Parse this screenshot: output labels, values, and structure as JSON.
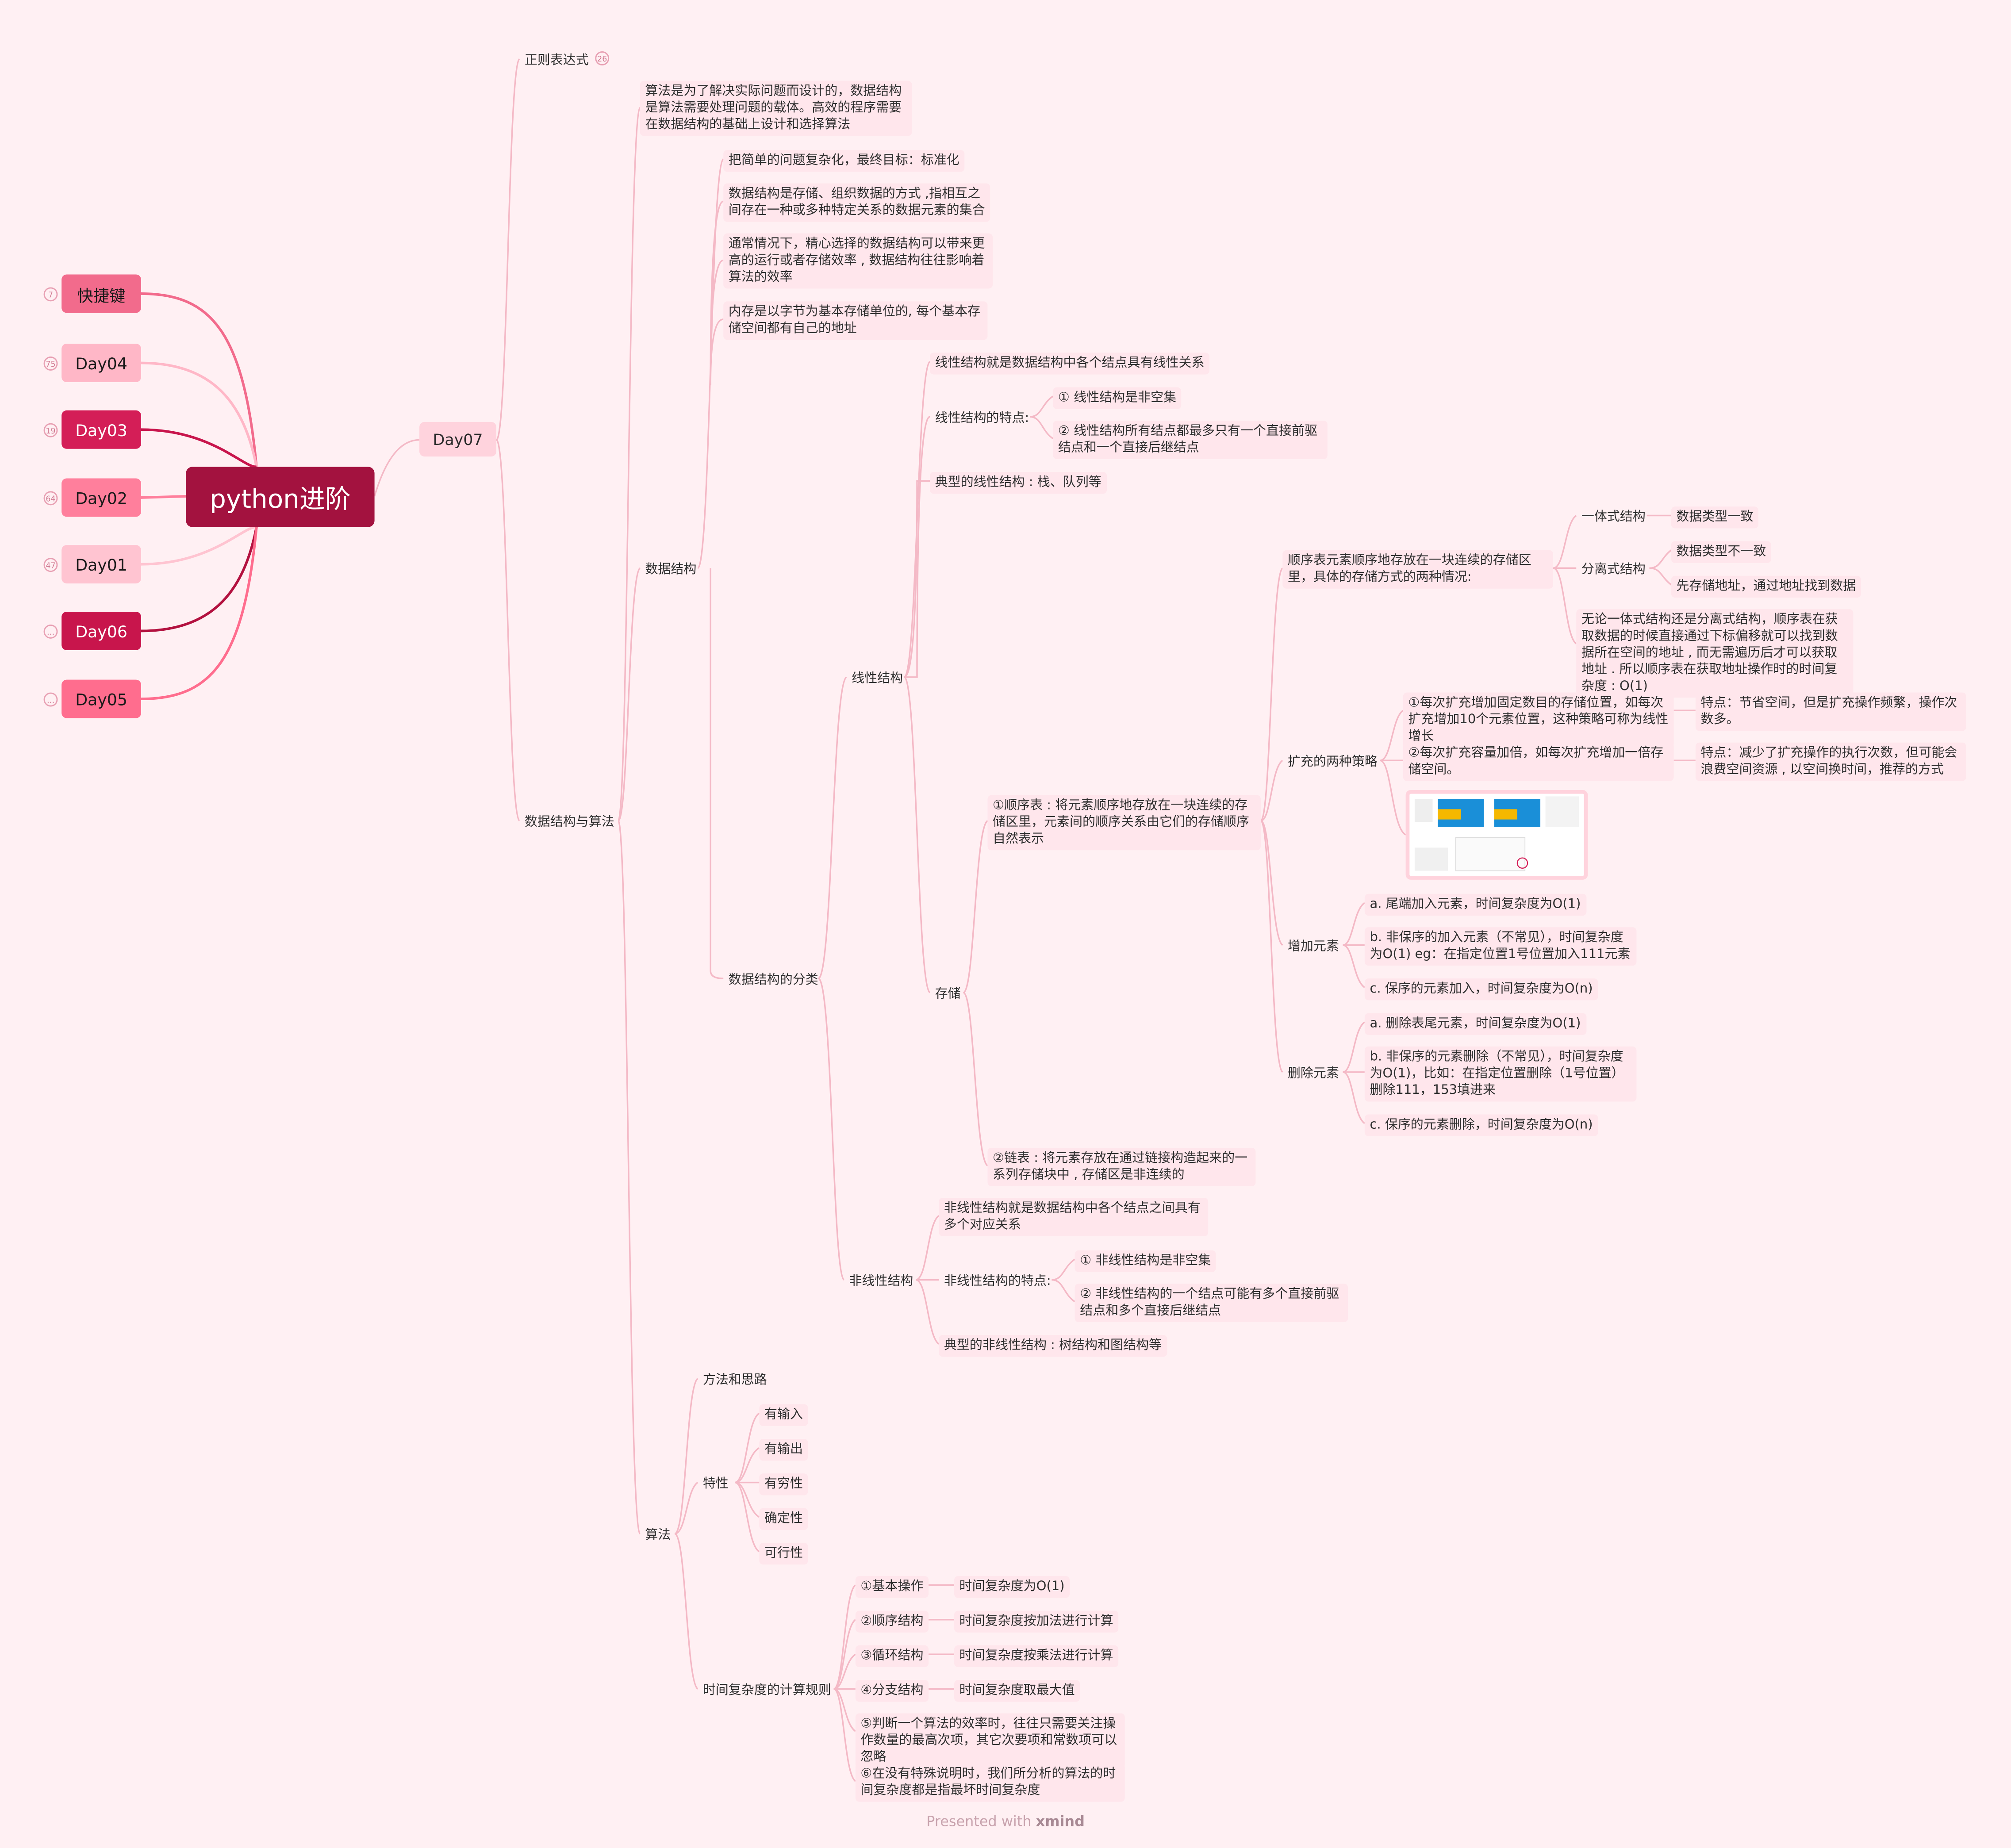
{
  "central": "python进阶",
  "left": [
    {
      "label": "快捷键",
      "badge": "7",
      "bg": "#f26b8c",
      "line": "#f26b8c"
    },
    {
      "label": "Day04",
      "badge": "75",
      "bg": "#ffb7c7",
      "line": "#ffb7c7"
    },
    {
      "label": "Day03",
      "badge": "19",
      "bg": "#d41e57",
      "line": "#c8154c"
    },
    {
      "label": "Day02",
      "badge": "64",
      "bg": "#ff7f9c",
      "line": "#ff7f9c"
    },
    {
      "label": "Day01",
      "badge": "47",
      "bg": "#ffc4d1",
      "line": "#ffc4d1"
    },
    {
      "label": "Day06",
      "badge": "…",
      "bg": "#c8154c",
      "line": "#b3113f"
    },
    {
      "label": "Day05",
      "badge": "…",
      "bg": "#ff6d8e",
      "line": "#ff6d8e"
    }
  ],
  "day07": "Day07",
  "nodes": {
    "regex": "正则表达式",
    "regex_badge": "26",
    "dsa": "数据结构与算法",
    "dsa_intro": "算法是为了解决实际问题而设计的，数据结构是算法需要处理问题的载体。高效的程序需要在数据结构的基础上设计和选择算法",
    "ds": "数据结构",
    "ds1": "把简单的问题复杂化，最终目标：标准化",
    "ds2": "数据结构是存储、组织数据的方式 ,指相互之间存在一种或多种特定关系的数据元素的集合",
    "ds3": "通常情况下，精心选择的数据结构可以带来更高的运行或者存储效率 , 数据结构往往影响着算法的效率",
    "ds4": "内存是以字节为基本存储单位的, 每个基本存储空间都有自己的地址",
    "ds_class": "数据结构的分类",
    "linear": "线性结构",
    "lin_def": "线性结构就是数据结构中各个结点具有线性关系",
    "lin_feat": "线性结构的特点:",
    "lin_f1": "① 线性结构是非空集",
    "lin_f2": "② 线性结构所有结点都最多只有一个直接前驱结点和一个直接后继结点",
    "lin_typ": "典型的线性结构 : 栈、队列等",
    "storage": "存储",
    "seq": "①顺序表 : 将元素顺序地存放在一块连续的存储区里，元素间的顺序关系由它们的存储顺序自然表示",
    "seq_two": "顺序表元素顺序地存放在一块连续的存储区里，具体的存储方式的两种情况:",
    "integ": "一体式结构",
    "integ_t": "数据类型一致",
    "split": "分离式结构",
    "split_t1": "数据类型不一致",
    "split_t2": "先存储地址，通过地址找到数据",
    "seq_note": "无论一体式结构还是分离式结构，顺序表在获取数据的时候直接通过下标偏移就可以找到数据所在空间的地址 , 而无需遍历后才可以获取地址 . 所以顺序表在获取地址操作时的时间复杂度 : O(1)",
    "expand": "扩充的两种策略",
    "exp1": "①每次扩充增加固定数目的存储位置，如每次扩充增加10个元素位置，这种策略可称为线性增长",
    "exp1_t": "特点：节省空间，但是扩充操作频繁，操作次数多。",
    "exp2": "②每次扩充容量加倍，如每次扩充增加一倍存储空间。",
    "exp2_t": "特点：减少了扩充操作的执行次数，但可能会浪费空间资源 , 以空间换时间，推荐的方式",
    "add": "增加元素",
    "add_a": "a. 尾端加入元素，时间复杂度为O(1)",
    "add_b": "b. 非保序的加入元素（不常见），时间复杂度为O(1) eg：在指定位置1号位置加入111元素",
    "add_c": "c. 保序的元素加入，时间复杂度为O(n)",
    "del": "删除元素",
    "del_a": "a. 删除表尾元素，时间复杂度为O(1)",
    "del_b": "b. 非保序的元素删除（不常见），时间复杂度为O(1)，比如：在指定位置删除（1号位置）删除111，153填进来",
    "del_c": "c. 保序的元素删除，时间复杂度为O(n)",
    "linked": "②链表 : 将元素存放在通过链接构造起来的一系列存储块中 , 存储区是非连续的",
    "nonlinear": "非线性结构",
    "nl_def": "非线性结构就是数据结构中各个结点之间具有多个对应关系",
    "nl_feat": "非线性结构的特点:",
    "nl_f1": "① 非线性结构是非空集",
    "nl_f2": "② 非线性结构的一个结点可能有多个直接前驱结点和多个直接后继结点",
    "nl_typ": "典型的非线性结构 : 树结构和图结构等",
    "algo": "算法",
    "method": "方法和思路",
    "prop": "特性",
    "p1": "有输入",
    "p2": "有输出",
    "p3": "有穷性",
    "p4": "确定性",
    "p5": "可行性",
    "tc": "时间复杂度的计算规则",
    "tc1": "①基本操作",
    "tc1_t": "时间复杂度为O(1)",
    "tc2": "②顺序结构",
    "tc2_t": "时间复杂度按加法进行计算",
    "tc3": "③循环结构",
    "tc3_t": "时间复杂度按乘法进行计算",
    "tc4": "④分支结构",
    "tc4_t": "时间复杂度取最大值",
    "tc5": "⑤判断一个算法的效率时，往往只需要关注操作数量的最高次项，其它次要项和常数项可以忽略",
    "tc6": "⑥在没有特殊说明时，我们所分析的算法的时间复杂度都是指最坏时间复杂度"
  },
  "footer": {
    "prefix": "Presented with ",
    "brand": "xmind"
  }
}
